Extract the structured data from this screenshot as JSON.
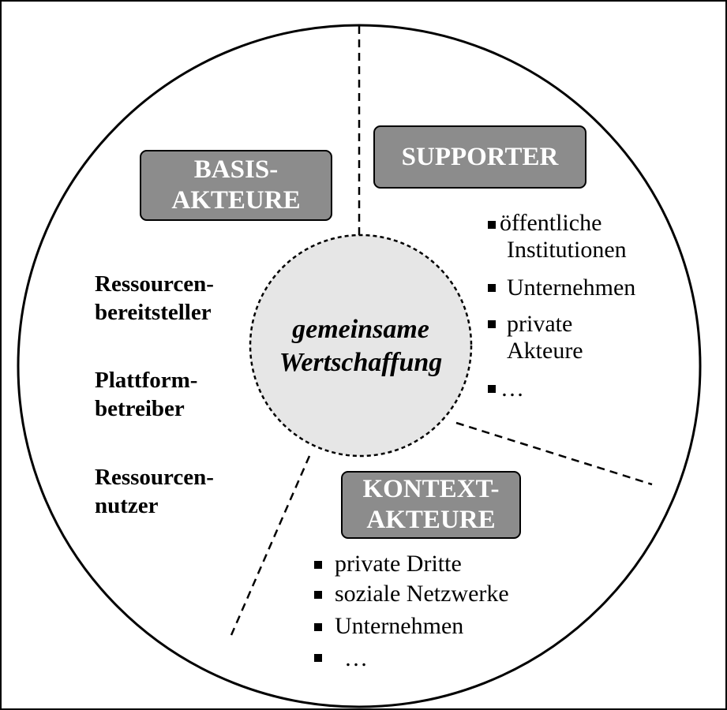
{
  "center": {
    "line1": "gemeinsame",
    "line2": "Wertschaffung"
  },
  "basis": {
    "box_line1": "BASIS-",
    "box_line2": "AKTEURE",
    "roles": [
      {
        "line1": "Ressourcen-",
        "line2": "bereitsteller"
      },
      {
        "line1": "Plattform-",
        "line2": "betreiber"
      },
      {
        "line1": "Ressourcen-",
        "line2": "nutzer"
      }
    ]
  },
  "supporter": {
    "box_label": "SUPPORTER",
    "items": [
      {
        "line1": "öffentliche",
        "line2": "Institutionen"
      },
      {
        "line1": "Unternehmen",
        "line2": ""
      },
      {
        "line1": "private",
        "line2": "Akteure"
      },
      {
        "line1": "…",
        "line2": ""
      }
    ]
  },
  "kontext": {
    "box_line1": "KONTEXT-",
    "box_line2": "AKTEURE",
    "items": [
      "private Dritte",
      "soziale Netzwerke",
      "Unternehmen",
      "…"
    ]
  },
  "colors": {
    "box_fill": "#8c8c8c",
    "center_fill": "#e6e6e6",
    "outline": "#000000"
  }
}
